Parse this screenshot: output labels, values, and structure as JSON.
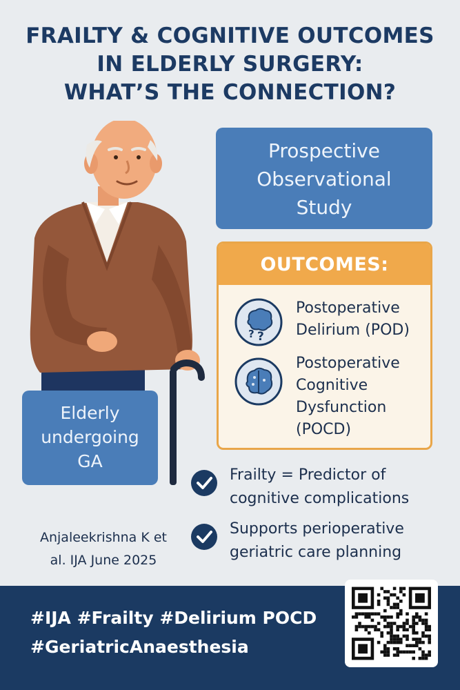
{
  "title": {
    "line1": "FRAILTY & COGNITIVE OUTCOMES",
    "line2": "IN ELDERLY SURGERY:",
    "line3": "WHAT’S THE CONNECTION?"
  },
  "study_box": {
    "line1": "Prospective",
    "line2": "Observational",
    "line3": "Study"
  },
  "outcomes": {
    "header": "OUTCOMES:",
    "items": [
      {
        "line1": "Postoperative",
        "line2": "Delirium (POD)",
        "icon": "confused-brain-icon"
      },
      {
        "line1": "Postoperative",
        "line2": "Cognitive",
        "line3": "Dysfunction",
        "line4": "(POCD)",
        "icon": "brain-icon"
      }
    ]
  },
  "elderly_box": {
    "line1": "Elderly",
    "line2": "undergoing",
    "line3": "GA"
  },
  "findings": [
    {
      "line1": "Frailty = Predictor of",
      "line2": "cognitive complications",
      "icon": "check-circle-icon"
    },
    {
      "line1": "Supports perioperative",
      "line2": "geriatric care planning",
      "icon": "check-circle-icon"
    }
  ],
  "citation": {
    "line1": "Anjaleekrishna K et",
    "line2": "al. IJA June 2025"
  },
  "footer": {
    "hashtags_line1": "#IJA #Frailty #Delirium  POCD",
    "hashtags_line2": "#GeriatricAnaesthesia"
  },
  "colors": {
    "navy": "#1b3a62",
    "blue_box": "#4a7db8",
    "orange": "#f0a94b",
    "background": "#e9ecef"
  }
}
